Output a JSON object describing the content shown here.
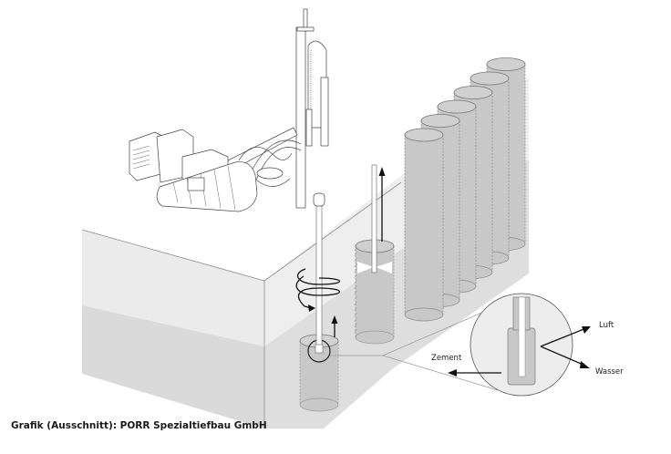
{
  "figure": {
    "title": "Jet grouting (Düsenstrahlverfahren) process diagram",
    "caption": "Grafik (Ausschnitt): PORR Spezialtiefbau GmbH"
  },
  "detail_view": {
    "labels": {
      "air": "Luft",
      "water": "Wasser",
      "cement": "Zement"
    }
  },
  "components": {
    "drilling_rig": "drilling-rig",
    "drill_rod": "drill-rod",
    "rotation_indicator": "rotation-arrow",
    "lift_arrow": "lift-arrow",
    "active_column": "column-in-progress",
    "jetting_column": "column-jetting",
    "finished_columns_count": 6
  },
  "colors": {
    "soil_top": "#ebebeb",
    "soil_lower": "#dadada",
    "column_fill": "#c8c8c8",
    "column_stroke": "#8a8a8a",
    "magnifier_fill": "#ededed",
    "line": "#222222"
  }
}
